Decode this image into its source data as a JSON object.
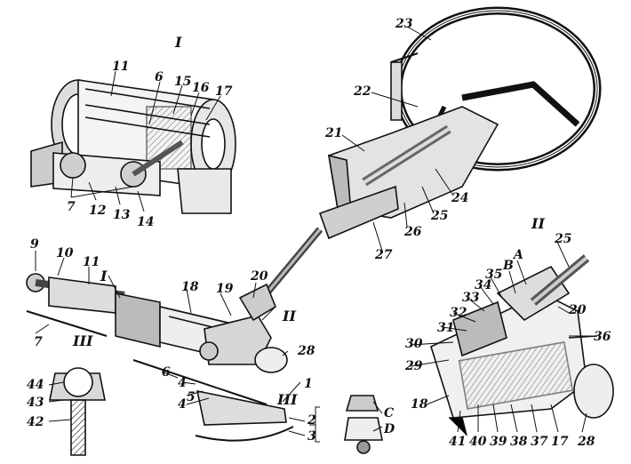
{
  "figure": {
    "views": {
      "detail_I": "I",
      "detail_II": "II",
      "detail_III": "III"
    },
    "callouts": {
      "n1": "1",
      "n2": "2",
      "n3": "3",
      "n4": "4",
      "n5": "5",
      "n6": "6",
      "n7": "7",
      "n9": "9",
      "n10": "10",
      "n11": "11",
      "n12": "12",
      "n13": "13",
      "n14": "14",
      "n15": "15",
      "n16": "16",
      "n17": "17",
      "n18": "18",
      "n19": "19",
      "n20": "20",
      "n21": "21",
      "n22": "22",
      "n23": "23",
      "n24": "24",
      "n25": "25",
      "n26": "26",
      "n27": "27",
      "n28": "28",
      "n29": "29",
      "n30": "30",
      "n31": "31",
      "n32": "32",
      "n33": "33",
      "n34": "34",
      "n35": "35",
      "n36": "36",
      "n37": "37",
      "n38": "38",
      "n39": "39",
      "n40": "40",
      "n41": "41",
      "n42": "42",
      "n43": "43",
      "n44": "44",
      "A": "A",
      "B": "B",
      "C": "C",
      "D": "D"
    },
    "colors": {
      "ink": "#111111",
      "paper": "#ffffff",
      "shade": "#8a8a8a"
    }
  }
}
